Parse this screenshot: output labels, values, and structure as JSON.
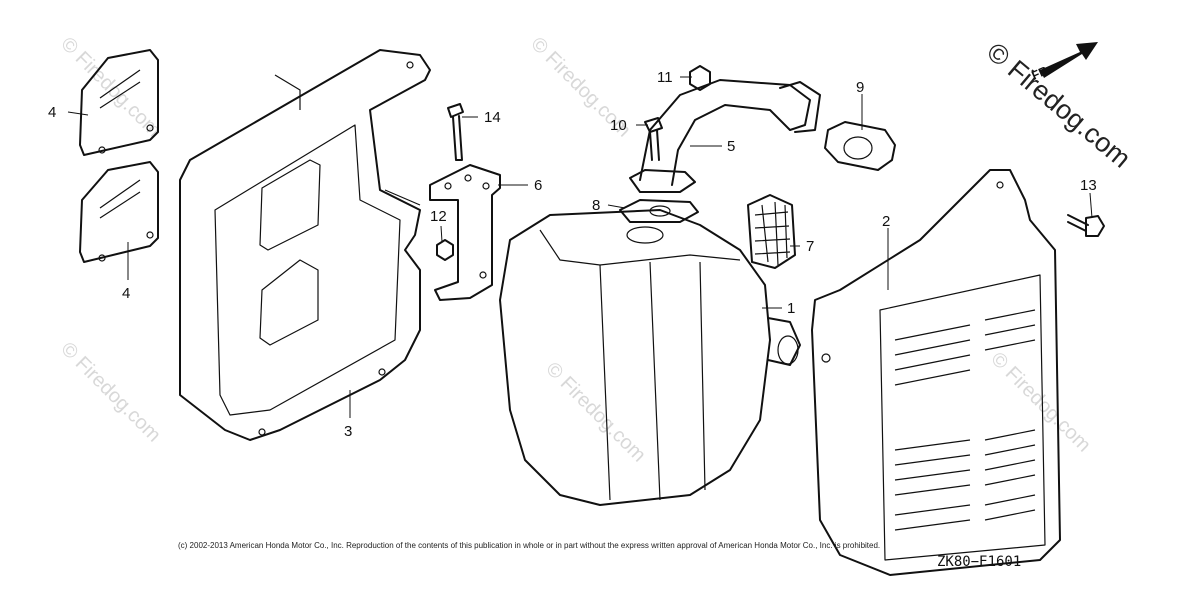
{
  "watermark": "© Firedog.com",
  "brand_watermark": "© Firedog.com",
  "direction_label": "FR.",
  "copyright": "(c) 2002-2013 American Honda Motor Co., Inc. Reproduction of the contents of this publication in whole or in part without the express written approval of American Honda Motor Co., Inc. is prohibited.",
  "diagram_code": "ZK80−E1601",
  "callouts": {
    "c1": "1",
    "c2": "2",
    "c3": "3",
    "c4a": "4",
    "c4b": "4",
    "c5": "5",
    "c6": "6",
    "c7": "7",
    "c8": "8",
    "c9": "9",
    "c10": "10",
    "c11": "11",
    "c12": "12",
    "c13": "13",
    "c14": "14"
  }
}
